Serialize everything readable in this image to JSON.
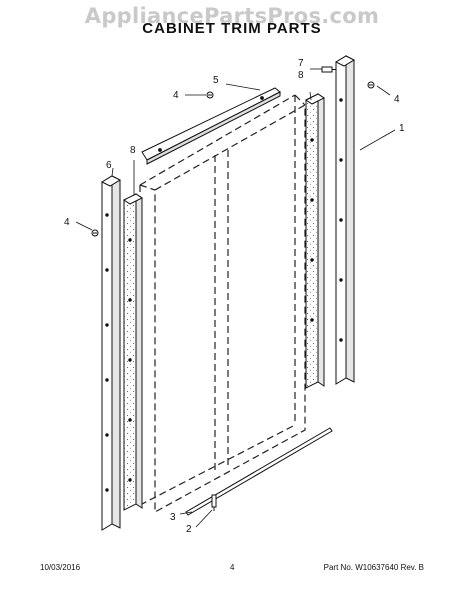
{
  "watermark": "AppliancePartsPros.com",
  "title": "CABINET TRIM PARTS",
  "callouts": {
    "c1": "1",
    "c2": "2",
    "c3": "3",
    "c4a": "4",
    "c4b": "4",
    "c4c": "4",
    "c5": "5",
    "c6": "6",
    "c7": "7",
    "c8a": "8",
    "c8b": "8"
  },
  "footer": {
    "date": "10/03/2016",
    "page": "4",
    "part": "Part No. W10637640  Rev. B"
  }
}
